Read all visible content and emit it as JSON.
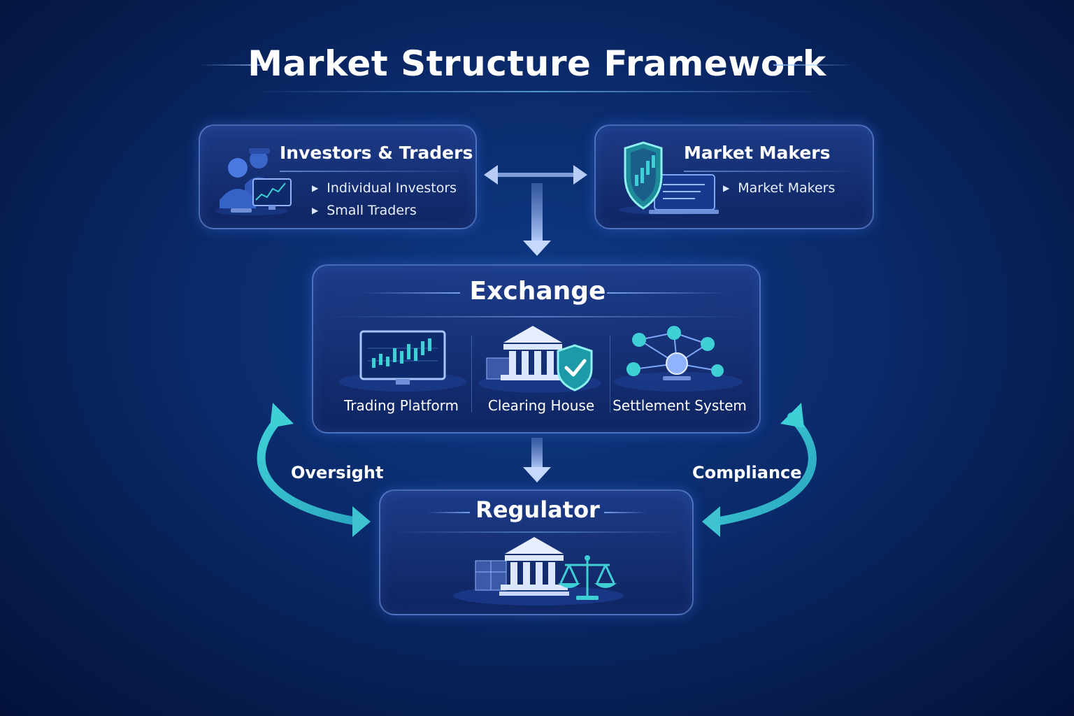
{
  "title": "Market Structure Framework",
  "investors": {
    "title": "Investors & Traders",
    "items": [
      "Individual Investors",
      "Small Traders"
    ],
    "icon": "traders-with-monitor-icon"
  },
  "market_makers": {
    "title": "Market Makers",
    "items": [
      "Market Makers"
    ],
    "icon": "shield-chart-laptop-icon"
  },
  "exchange": {
    "title": "Exchange",
    "components": [
      {
        "label": "Trading Platform",
        "icon": "trading-monitor-icon"
      },
      {
        "label": "Clearing House",
        "icon": "bank-shield-check-icon"
      },
      {
        "label": "Settlement System",
        "icon": "network-nodes-icon"
      }
    ]
  },
  "regulator": {
    "title": "Regulator",
    "icon": "courthouse-scales-icon"
  },
  "flows": {
    "left": "Oversight",
    "right": "Compliance"
  },
  "colors": {
    "background": "#0a2a6a",
    "accent_teal": "#3ec9c9",
    "card_border": "#7aa0f0"
  }
}
